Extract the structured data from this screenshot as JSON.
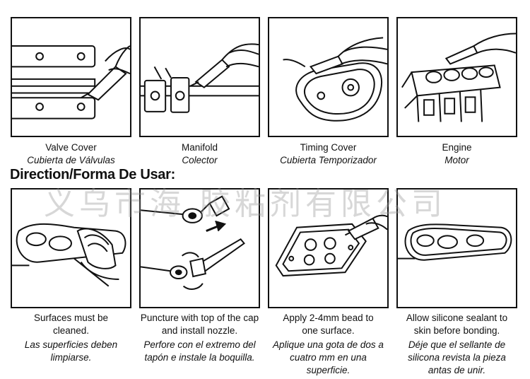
{
  "applications": [
    {
      "en": "Valve Cover",
      "es": "Cubierta de Válvulas"
    },
    {
      "en": "Manifold",
      "es": "Colector"
    },
    {
      "en": "Timing Cover",
      "es": "Cubierta Temporizador"
    },
    {
      "en": "Engine",
      "es": "Motor"
    }
  ],
  "heading": "Direction/Forma De Usar:",
  "watermark": "义乌市海 胶粘剂有限公司",
  "steps": [
    {
      "en": "Surfaces must be cleaned.",
      "es": "Las superficies deben limpiarse."
    },
    {
      "en": "Puncture with top of the cap and install nozzle.",
      "es": "Perfore con el extremo del tapón e instale la boquilla."
    },
    {
      "en": "Apply 2-4mm bead to one surface.",
      "es": "Aplique una gota de dos a cuatro mm en una superficie."
    },
    {
      "en": "Allow silicone sealant to skin before bonding.",
      "es": "Déje que el sellante de silicona revista la pieza antas de unir."
    }
  ]
}
